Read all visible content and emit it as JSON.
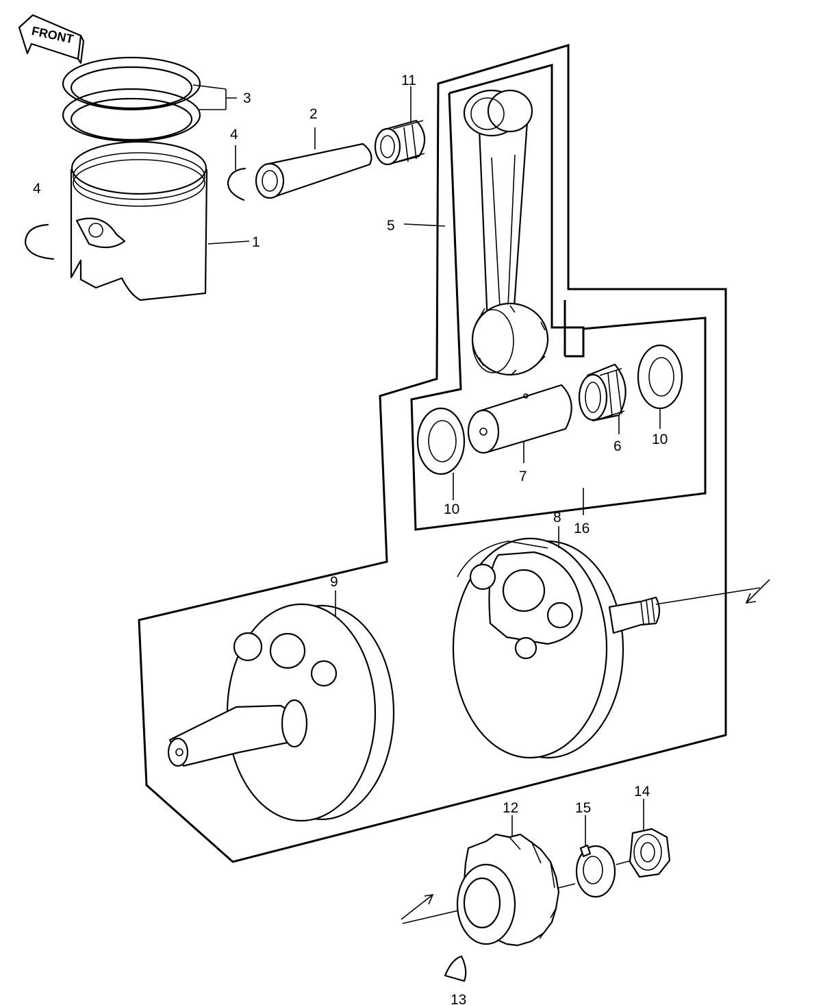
{
  "front_badge": {
    "label": "FRONT"
  },
  "callouts": {
    "c1": "1",
    "c2": "2",
    "c3": "3",
    "c4a": "4",
    "c4b": "4",
    "c5": "5",
    "c6": "6",
    "c7": "7",
    "c8": "8",
    "c9": "9",
    "c10a": "10",
    "c10b": "10",
    "c11": "11",
    "c12": "12",
    "c13": "13",
    "c14": "14",
    "c15": "15",
    "c16": "16"
  }
}
